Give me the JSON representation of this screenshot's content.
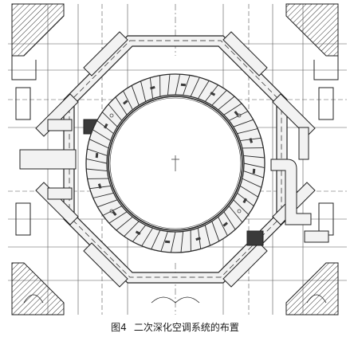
{
  "figure": {
    "label": "图4",
    "caption": "二次深化空调系统的布置"
  },
  "colors": {
    "line": "#2a2a2a",
    "duct_fill": "#f2f2f2",
    "dark_fill": "#3a3a3a",
    "grid": "#555555",
    "background": "#ffffff"
  },
  "diagram": {
    "ring_segments": 56,
    "octagon_sides": 8
  }
}
